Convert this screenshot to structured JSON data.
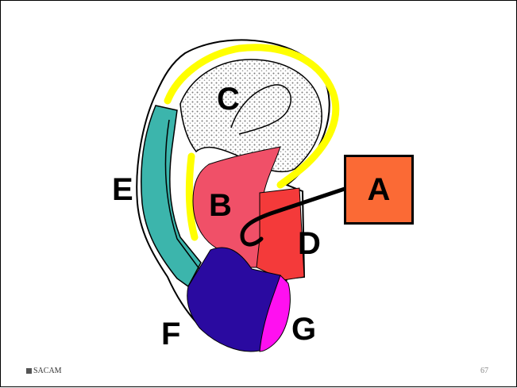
{
  "labels": {
    "a": "A",
    "b": "B",
    "c": "C",
    "d": "D",
    "e": "E",
    "f": "F",
    "g": "G"
  },
  "footer": {
    "org": "SACAM",
    "page_number": "67"
  },
  "colors": {
    "concha_shading": "#9a9a9a",
    "helix_rim": "#ffff00",
    "region_b": "#f05068",
    "region_d": "#f43a3a",
    "region_e": "#3cb5ac",
    "region_f": "#2a0aa0",
    "region_g": "#ff10f0",
    "box_a": "#fb6a35"
  }
}
